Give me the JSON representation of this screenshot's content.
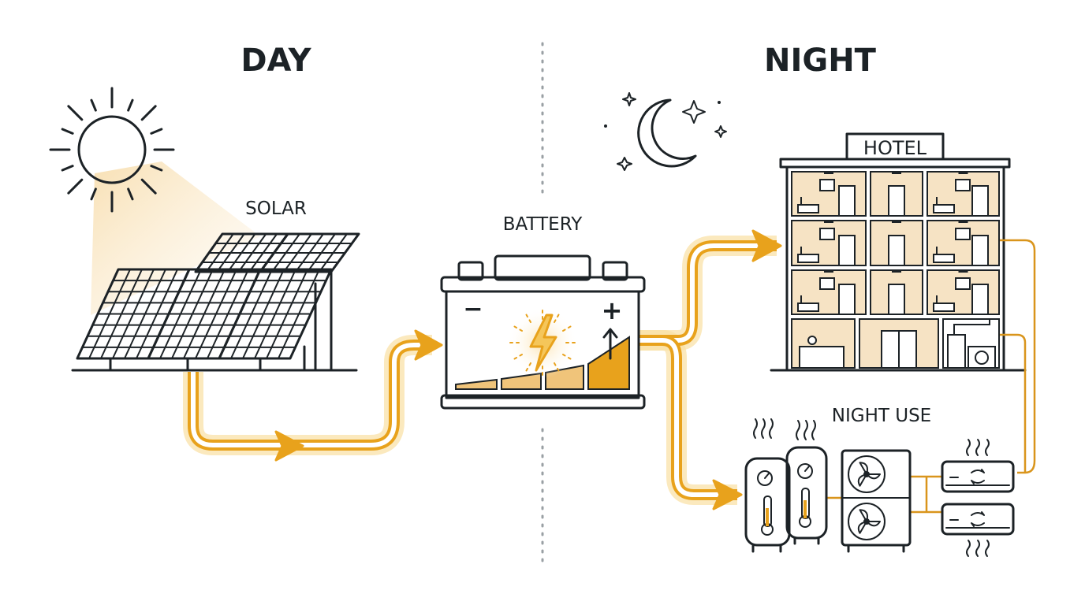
{
  "labels": {
    "day": "DAY",
    "night": "NIGHT",
    "solar": "SOLAR",
    "battery": "BATTERY",
    "hotel": "HOTEL",
    "night_use": "NIGHT USE"
  },
  "battery_symbols": {
    "minus": "−",
    "plus": "+"
  },
  "icons": [
    "sun-icon",
    "solar-panels-icon",
    "battery-icon",
    "lightning-icon",
    "moon-icon",
    "star-icon",
    "hotel-icon",
    "water-heater-icon",
    "thermometer-icon",
    "outdoor-ac-unit-icon",
    "fan-icon",
    "indoor-ac-unit-icon",
    "arrow-icon"
  ],
  "colors": {
    "ink": "#1c2226",
    "flow": "#e8a21c",
    "glow": "#f6d48a",
    "fill_light": "#f6e3c4"
  }
}
